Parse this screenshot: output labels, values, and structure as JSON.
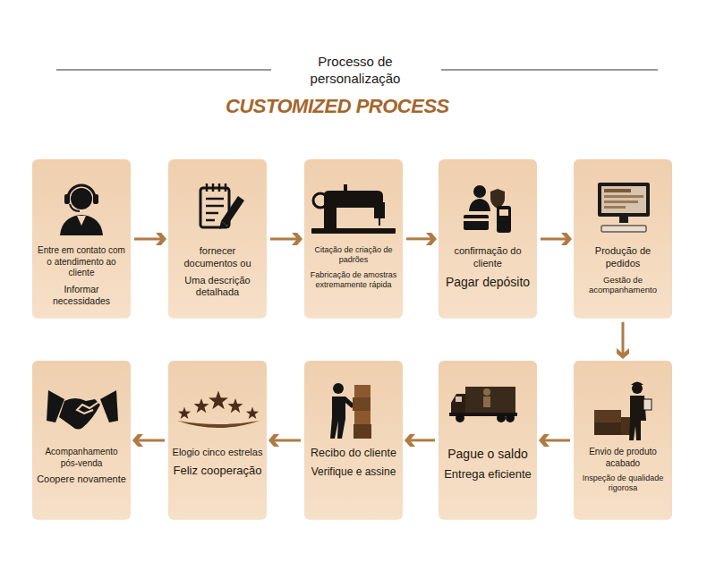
{
  "diagram": {
    "title": "Processo de personalização",
    "nodes": [
      {
        "text": [
          "Entre em contato com o atendimento ao cliente",
          "Informar necessidades"
        ]
      },
      {
        "text": [
          "fornecer documentos ou",
          "Uma descrição detalhada"
        ]
      },
      {
        "text": [
          "Citação de criação de padrões",
          "Fabricação de amostras extremamente rápida"
        ]
      },
      {
        "text": [
          "confirmação do cliente",
          "Pagar depósito"
        ]
      },
      {
        "text": [
          "Produção de pedidos",
          "Gestão de acompanhamento"
        ]
      },
      {
        "text": [
          "Envio de produto acabado",
          "Inspeção de qualidade rigorosa"
        ]
      },
      {
        "text": [
          "Pague o saldo",
          "Entrega eficiente"
        ]
      },
      {
        "text": [
          "Recibo do cliente",
          "Verifique e assine"
        ]
      },
      {
        "text": [
          "Elogio cinco estrelas",
          "Feliz cooperação"
        ]
      },
      {
        "text": [
          "Acompanhamento pós-venda",
          "Coopere novamente"
        ]
      }
    ],
    "edges": [
      {
        "from": 0,
        "to": 1,
        "arrow": "to"
      },
      {
        "from": 1,
        "to": 2,
        "arrow": "to"
      },
      {
        "from": 2,
        "to": 3,
        "arrow": "to"
      },
      {
        "from": 3,
        "to": 4,
        "arrow": "to"
      },
      {
        "from": 4,
        "to": 5,
        "arrow": "to"
      },
      {
        "from": 5,
        "to": 6,
        "arrow": "to"
      },
      {
        "from": 6,
        "to": 7,
        "arrow": "to"
      },
      {
        "from": 7,
        "to": 8,
        "arrow": "to"
      },
      {
        "from": 8,
        "to": 9,
        "arrow": "to"
      }
    ],
    "labels": [
      "CUSTOMIZED PROCESS"
    ]
  }
}
